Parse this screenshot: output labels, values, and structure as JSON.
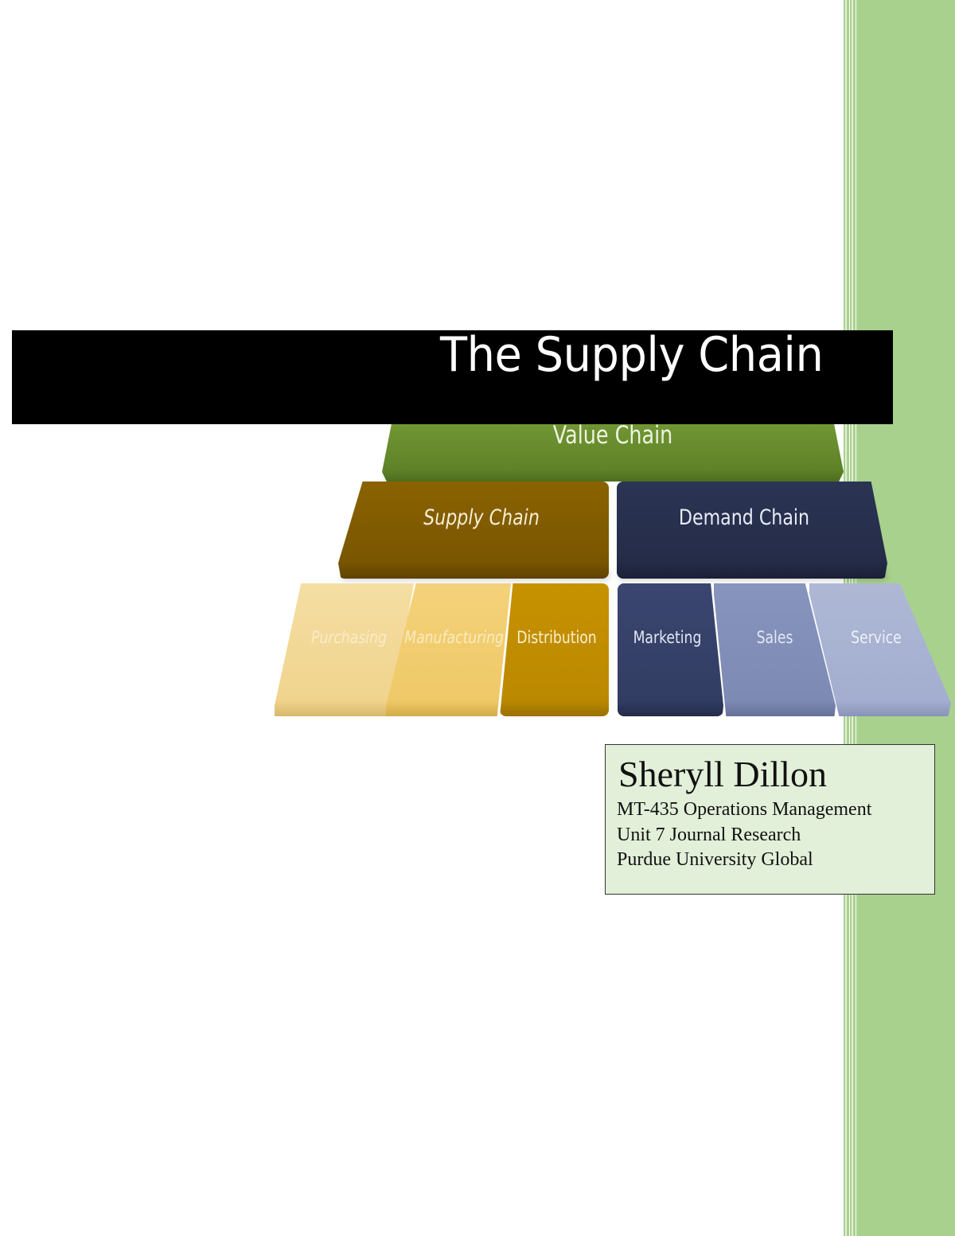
{
  "cover": {
    "title": "The Supply Chain",
    "diagram": {
      "top": "Value Chain",
      "middle": [
        "Supply Chain",
        "Demand Chain"
      ],
      "bottom": [
        "Purchasing",
        "Manufacturing",
        "Distribution",
        "Marketing",
        "Sales",
        "Service"
      ]
    },
    "info": {
      "name": "Sheryll Dillon",
      "course": "MT-435 Operations Management",
      "assignment": "Unit 7 Journal Research",
      "school": "Purdue University Global"
    },
    "colors": {
      "sidebar": "#a9d18e",
      "info_bg": "#e2efd9",
      "value_chain": "#6b8e2e",
      "supply_chain": "#7f5a00",
      "demand_chain": "#28304d"
    }
  }
}
